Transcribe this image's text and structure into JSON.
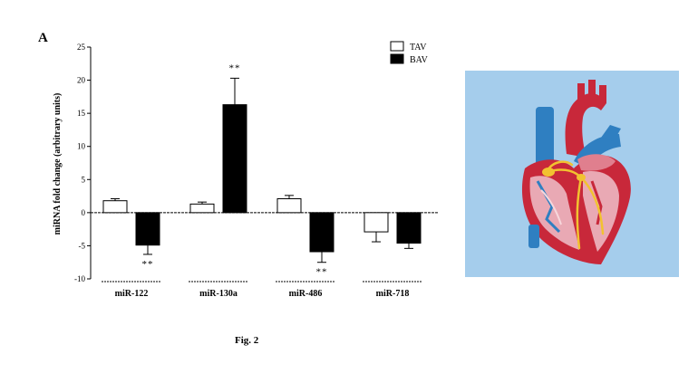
{
  "panel_label": "A",
  "caption": "Fig. 2",
  "colors": {
    "tav_fill": "#ffffff",
    "bav_fill": "#000000",
    "illustration_background": "#a5cdec",
    "heart_red": "#c8283a",
    "heart_blue": "#2f7fc1",
    "conduction_yellow": "#f2c230"
  },
  "chart_data": {
    "type": "bar",
    "ylabel": "miRNA fold change (arbitrary units)",
    "xlabel": "",
    "ylim": [
      -10,
      25
    ],
    "yticks": [
      -10,
      -5,
      0,
      5,
      10,
      15,
      20,
      25
    ],
    "categories": [
      "miR-122",
      "miR-130a",
      "miR-486",
      "miR-718"
    ],
    "series": [
      {
        "name": "TAV",
        "values": [
          1.8,
          1.3,
          2.1,
          -2.9
        ],
        "errors": [
          0.3,
          0.3,
          0.5,
          1.5
        ]
      },
      {
        "name": "BAV",
        "values": [
          -4.9,
          16.3,
          -5.9,
          -4.6
        ],
        "errors": [
          1.4,
          4.0,
          1.6,
          0.8
        ]
      }
    ],
    "significance": [
      {
        "category": "miR-122",
        "series": "BAV",
        "label": "**"
      },
      {
        "category": "miR-130a",
        "series": "BAV",
        "label": "**"
      },
      {
        "category": "miR-486",
        "series": "BAV",
        "label": "**"
      }
    ],
    "legend_position": "top-right",
    "grid": false
  }
}
